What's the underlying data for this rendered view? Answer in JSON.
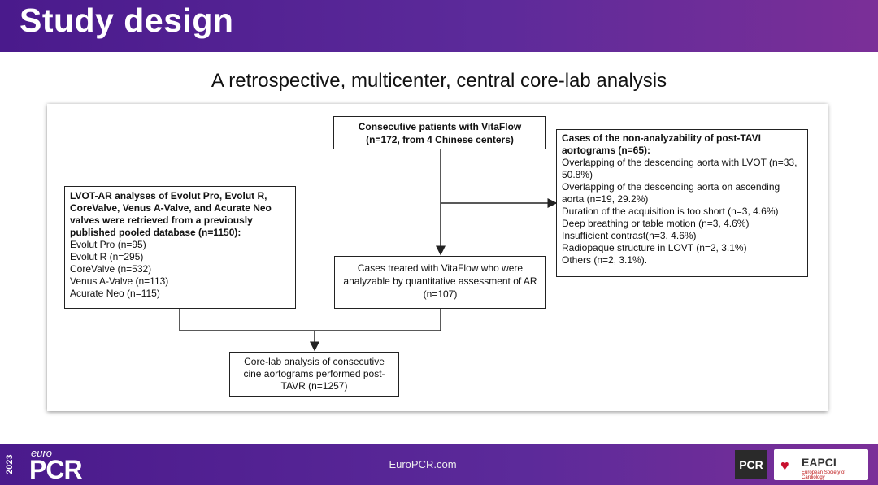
{
  "header": {
    "title": "Study design"
  },
  "subtitle": "A retrospective, multicenter, central core-lab analysis",
  "flowchart": {
    "top_box": {
      "line1": "Consecutive patients with VitaFlow",
      "line2": "(n=172, from 4 Chinese centers)"
    },
    "left_box": {
      "heading": "LVOT-AR analyses of Evolut Pro, Evolut R, CoreValve, Venus A-Valve, and Acurate Neo valves were retrieved from a previously published pooled database (n=1150):",
      "items": [
        "Evolut Pro (n=95)",
        "Evolut R (n=295)",
        "CoreValve (n=532)",
        "Venus A-Valve (n=113)",
        "Acurate Neo (n=115)"
      ]
    },
    "right_box": {
      "heading": "Cases of the non-analyzability of post-TAVI aortograms (n=65):",
      "items": [
        "Overlapping of the descending aorta with LVOT (n=33, 50.8%)",
        "Overlapping of the descending aorta on ascending aorta (n=19, 29.2%)",
        "Duration of the acquisition is too short (n=3, 4.6%)",
        "Deep breathing or table motion (n=3, 4.6%)",
        "Insufficient contrast(n=3, 4.6%)",
        "Radiopaque structure in LOVT (n=2, 3.1%)",
        "Others (n=2, 3.1%)."
      ]
    },
    "middle_box": {
      "text": "Cases treated with VitaFlow who were analyzable by quantitative assessment of AR (n=107)"
    },
    "bottom_box": {
      "text": "Core-lab analysis of consecutive cine aortograms performed post-TAVR (n=1257)"
    }
  },
  "footer": {
    "year": "2023",
    "euro": "euro",
    "brand": "PCR",
    "url": "EuroPCR.com",
    "pcr_logo": "PCR",
    "eapci_logo": "EAPCI",
    "eapci_tagline": "European Society of Cardiology"
  }
}
